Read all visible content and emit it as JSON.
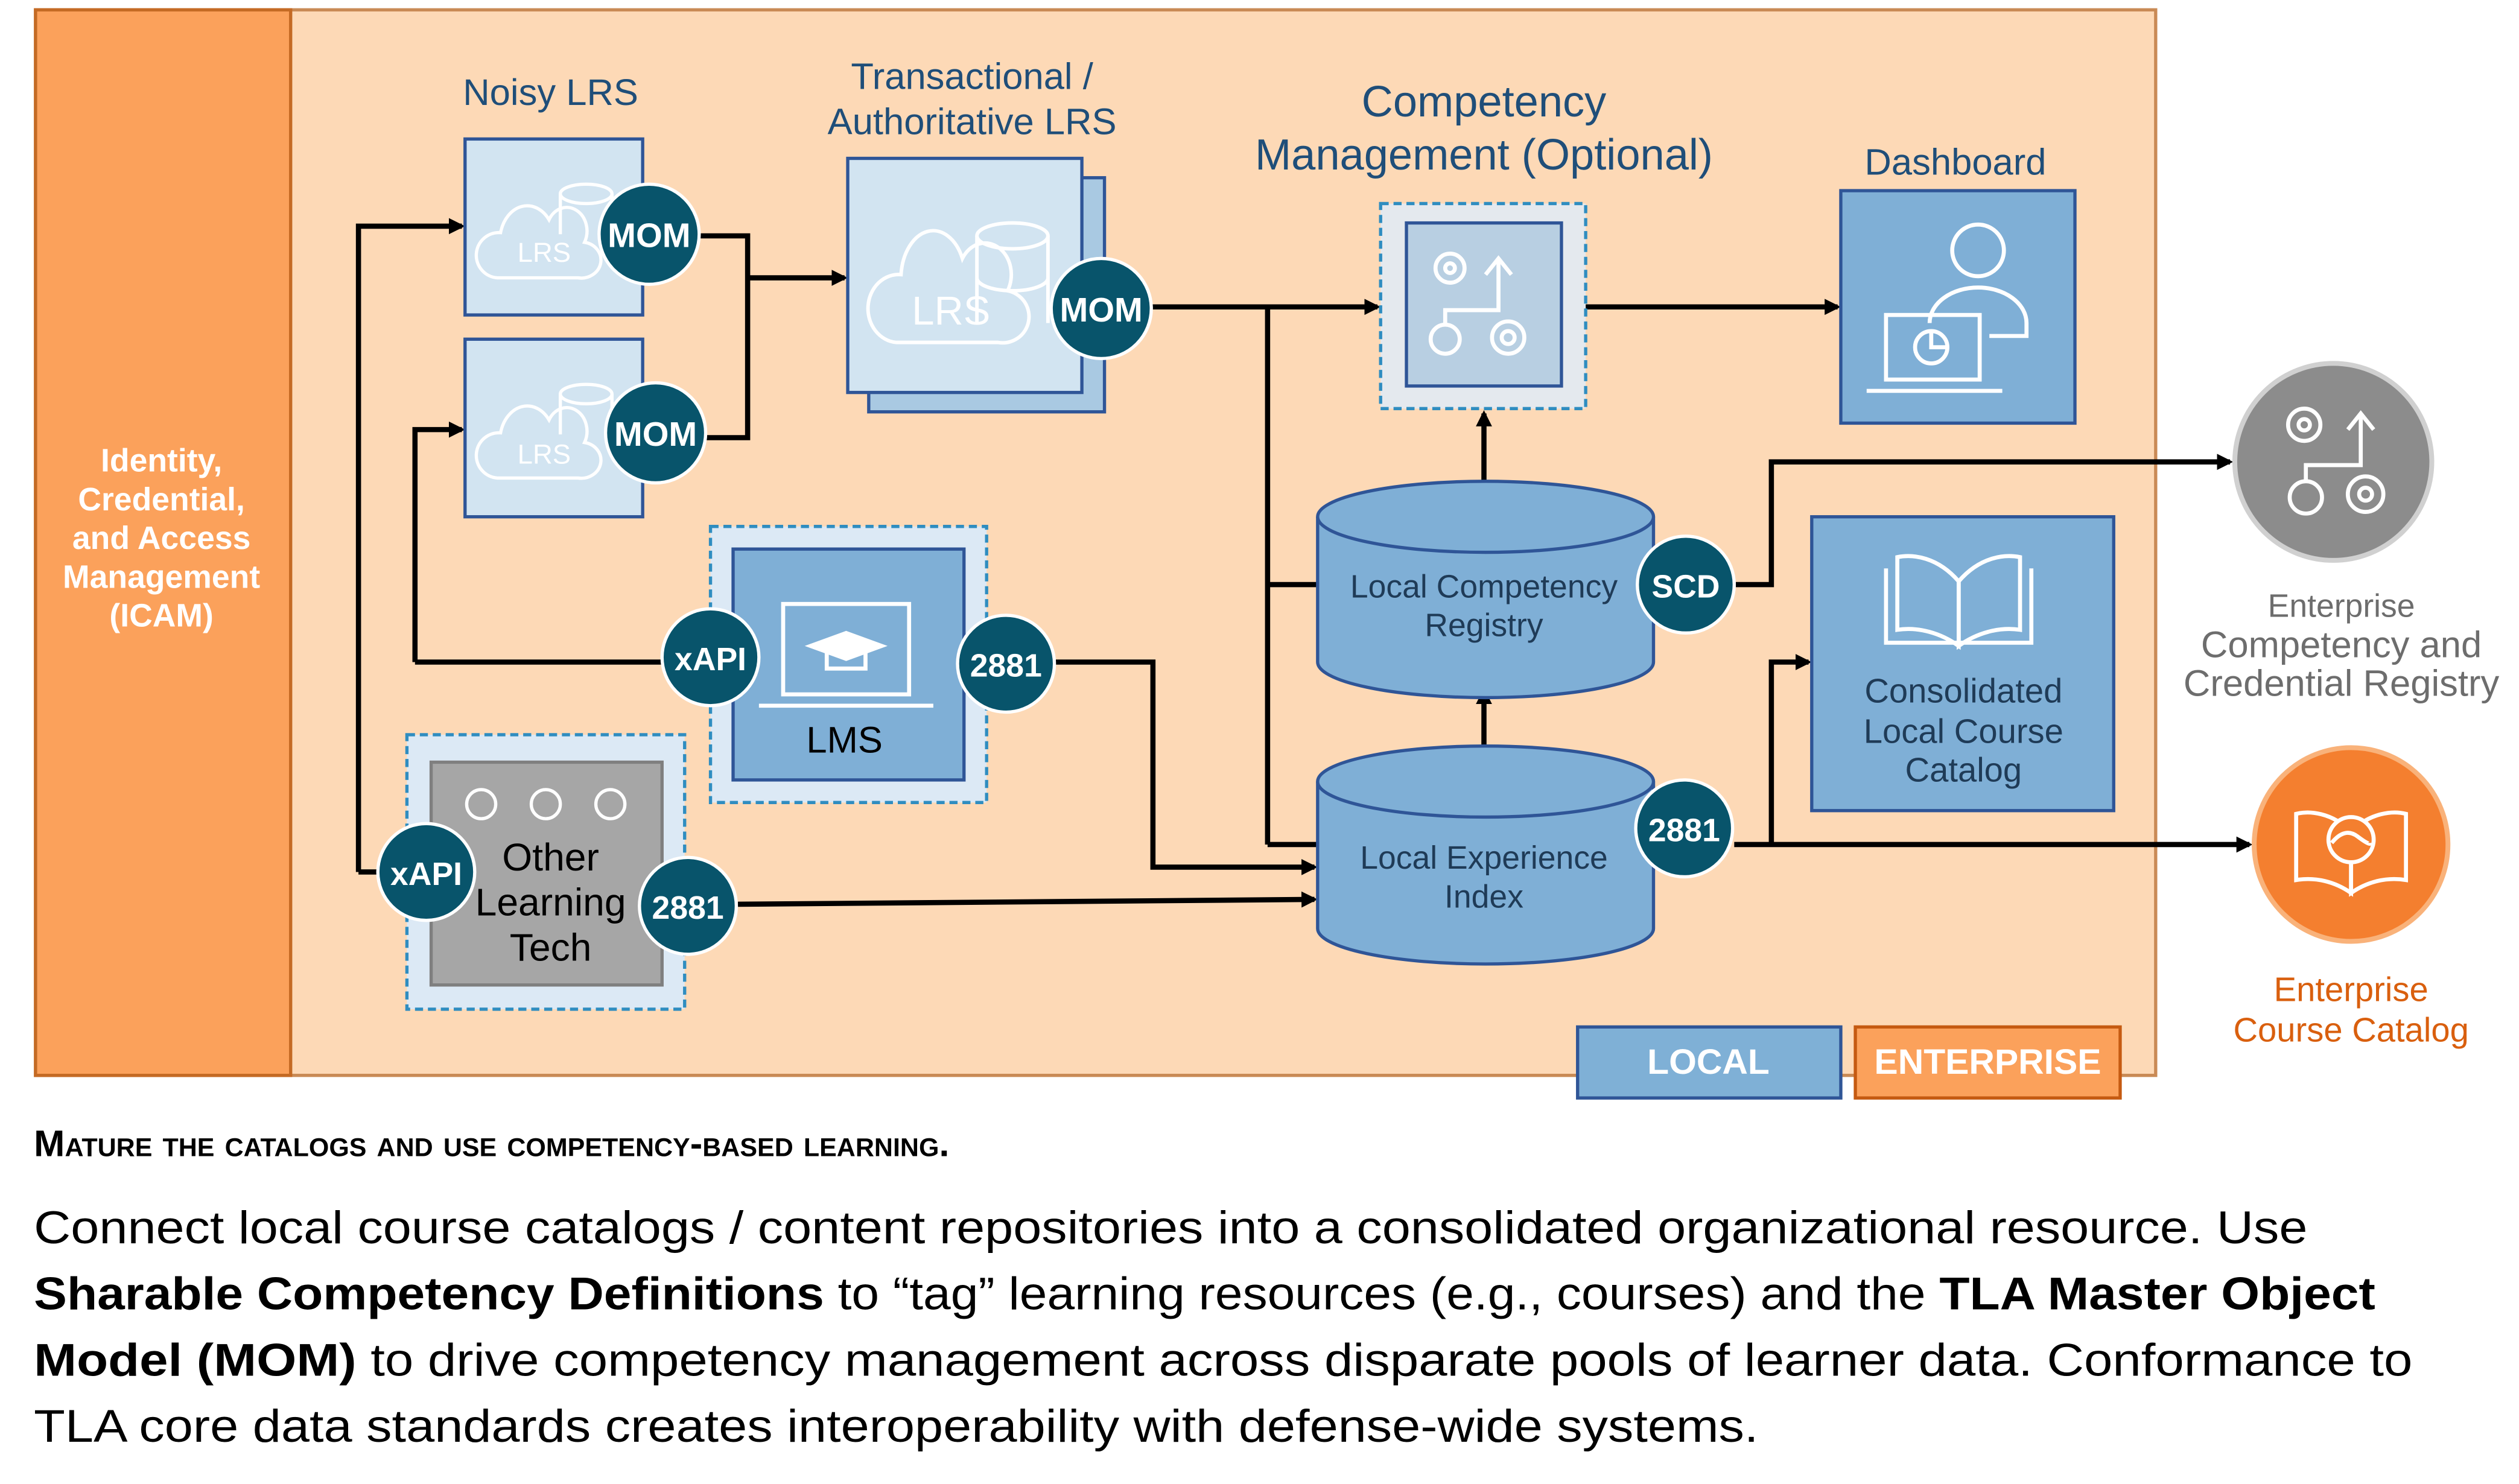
{
  "icam": {
    "lines": [
      "Identity,",
      "Credential,",
      "and Access",
      "Management",
      "(ICAM)"
    ]
  },
  "noisy_lrs": {
    "title": "Noisy LRS",
    "icon_text": "LRS",
    "badge": "MOM"
  },
  "transactional_lrs": {
    "title_lines": [
      "Transactional /",
      "Authoritative  LRS"
    ],
    "icon_text": "LRS",
    "badge": "MOM"
  },
  "competency_mgmt": {
    "title_lines": [
      "Competency",
      "Management (Optional)"
    ]
  },
  "dashboard": {
    "title": "Dashboard"
  },
  "lms": {
    "label": "LMS",
    "badge_left": "xAPI",
    "badge_right": "2881"
  },
  "other_tech": {
    "lines": [
      "Other",
      "Learning",
      "Tech"
    ],
    "badge_left": "xAPI",
    "badge_right": "2881"
  },
  "local_competency_registry": {
    "lines": [
      "Local Competency",
      "Registry"
    ],
    "badge": "SCD"
  },
  "local_experience_index": {
    "lines": [
      "Local Experience",
      "Index"
    ],
    "badge": "2881"
  },
  "consolidated_catalog": {
    "lines": [
      "Consolidated",
      "Local Course",
      "Catalog"
    ]
  },
  "enterprise_registry": {
    "lines": [
      "Enterprise",
      "Competency and",
      "Credential Registry"
    ]
  },
  "enterprise_catalog": {
    "lines": [
      "Enterprise",
      "Course Catalog"
    ]
  },
  "legend": {
    "local": "LOCAL",
    "enterprise": "ENTERPRISE"
  },
  "caption": {
    "heading": "Mature the catalogs and use competency-based learning.",
    "line1": "Connect local course catalogs / content repositories into a consolidated organizational resource. Use",
    "line2_bold1": "Sharable Competency Definitions",
    "line2_mid": " to “tag” learning resources (e.g., courses) and the ",
    "line2_bold2": "TLA Master Object",
    "line3_bold": "Model (MOM)",
    "line3_rest": " to drive competency management across disparate pools of learner data. Conformance to",
    "line4": "TLA core data standards creates interoperability with defense-wide systems."
  },
  "colors": {
    "panel": "#fdd9b6",
    "icam": "#fba15b",
    "badge": "#08546b",
    "local": "#7fb0d6",
    "enterprise": "#fba15b",
    "enterprise_catalog": "#f47f2f",
    "enterprise_registry": "#8c8c8c"
  }
}
